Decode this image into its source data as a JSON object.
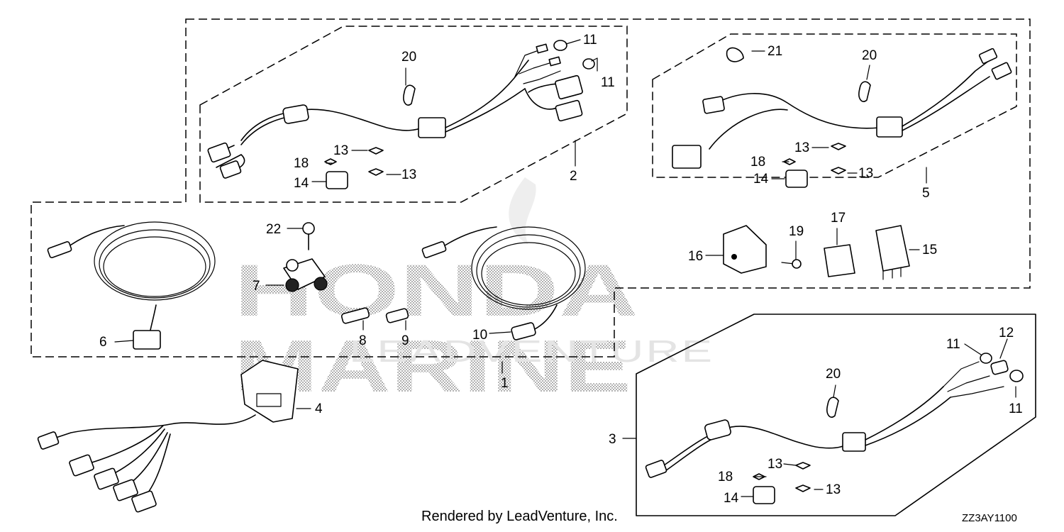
{
  "watermark": {
    "brand_line1": "HONDA",
    "brand_line2": "MARINE",
    "tagline": "LEADVENTURE"
  },
  "callouts": [
    {
      "id": "c1",
      "label": "1"
    },
    {
      "id": "c2",
      "label": "2"
    },
    {
      "id": "c3",
      "label": "3"
    },
    {
      "id": "c4",
      "label": "4"
    },
    {
      "id": "c5",
      "label": "5"
    },
    {
      "id": "c6",
      "label": "6"
    },
    {
      "id": "c7",
      "label": "7"
    },
    {
      "id": "c8",
      "label": "8"
    },
    {
      "id": "c9",
      "label": "9"
    },
    {
      "id": "c10",
      "label": "10"
    },
    {
      "id": "c11a",
      "label": "11"
    },
    {
      "id": "c11b",
      "label": "11"
    },
    {
      "id": "c11c",
      "label": "11"
    },
    {
      "id": "c11d",
      "label": "11"
    },
    {
      "id": "c12",
      "label": "12"
    },
    {
      "id": "c13a",
      "label": "13"
    },
    {
      "id": "c13b",
      "label": "13"
    },
    {
      "id": "c13c",
      "label": "13"
    },
    {
      "id": "c13d",
      "label": "13"
    },
    {
      "id": "c13e",
      "label": "13"
    },
    {
      "id": "c13f",
      "label": "13"
    },
    {
      "id": "c14a",
      "label": "14"
    },
    {
      "id": "c14b",
      "label": "14"
    },
    {
      "id": "c14c",
      "label": "14"
    },
    {
      "id": "c15",
      "label": "15"
    },
    {
      "id": "c16",
      "label": "16"
    },
    {
      "id": "c17",
      "label": "17"
    },
    {
      "id": "c18a",
      "label": "18"
    },
    {
      "id": "c18b",
      "label": "18"
    },
    {
      "id": "c18c",
      "label": "18"
    },
    {
      "id": "c19",
      "label": "19"
    },
    {
      "id": "c20a",
      "label": "20"
    },
    {
      "id": "c20b",
      "label": "20"
    },
    {
      "id": "c20c",
      "label": "20"
    },
    {
      "id": "c21",
      "label": "21"
    },
    {
      "id": "c22",
      "label": "22"
    }
  ],
  "footer": {
    "credit": "Rendered by LeadVenture, Inc.",
    "diagram_code": "ZZ3AY1100"
  }
}
